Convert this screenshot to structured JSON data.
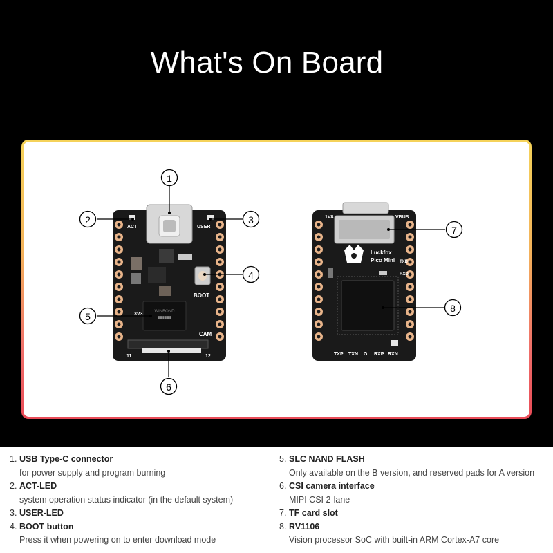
{
  "title": "What's On Board",
  "front_labels": {
    "act": "ACT",
    "user": "USER",
    "boot": "BOOT",
    "cam": "CAM",
    "v33": "3V3",
    "pin_left": "11",
    "pin_right": "12"
  },
  "back_labels": {
    "v18": "1V8",
    "vbus": "VBUS",
    "brand": "Luckfox",
    "model": "Pico Mini",
    "txd": "TXD",
    "rxd": "RXD",
    "txp": "TXP",
    "txn": "TXN",
    "gnd": "G",
    "rxp": "RXP",
    "rxn": "RXN"
  },
  "callouts": [
    "1",
    "2",
    "3",
    "4",
    "5",
    "6",
    "7",
    "8"
  ],
  "legend": {
    "left": [
      {
        "num": "1.",
        "name": "USB Type-C connector",
        "desc": "for power supply and program burning"
      },
      {
        "num": "2.",
        "name": "ACT-LED",
        "desc": "system operation status indicator (in the default system)"
      },
      {
        "num": "3.",
        "name": "USER-LED",
        "desc": ""
      },
      {
        "num": "4.",
        "name": "BOOT button",
        "desc": "Press it when powering on to enter download mode"
      }
    ],
    "right": [
      {
        "num": "5.",
        "name": "SLC NAND FLASH",
        "desc": "Only available on the B version, and reserved pads for A version"
      },
      {
        "num": "6.",
        "name": "CSI camera interface",
        "desc": "MIPI CSI 2-lane"
      },
      {
        "num": "7.",
        "name": "TF card slot",
        "desc": ""
      },
      {
        "num": "8.",
        "name": "RV1106",
        "desc": "Vision processor SoC with built-in ARM Cortex-A7 core"
      }
    ]
  },
  "colors": {
    "frame_top": "#f5d35a",
    "frame_bottom": "#e94b57",
    "pcb": "#1a1a1a",
    "pad": "#e8b48a"
  }
}
